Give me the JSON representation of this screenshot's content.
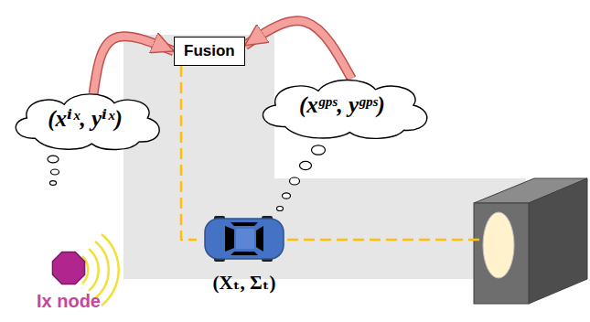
{
  "diagram": {
    "nodes": [
      {
        "text": [
          "Fusion"
        ]
      },
      {
        "text": [
          "(xⁱˣ, yⁱˣ)"
        ]
      },
      {
        "text": [
          "(xᵍᵖˢ, yᵍᵖˢ)"
        ]
      },
      {
        "text": [
          "Ix node"
        ]
      },
      {
        "text": [
          "(Xₜ, Σₜ)"
        ]
      }
    ],
    "edges": [
      {
        "from": 1,
        "to": 0,
        "arrow": "to"
      },
      {
        "from": 2,
        "to": 0,
        "arrow": "to"
      },
      {
        "from": 0,
        "to": 4,
        "arrow": "none"
      }
    ]
  }
}
